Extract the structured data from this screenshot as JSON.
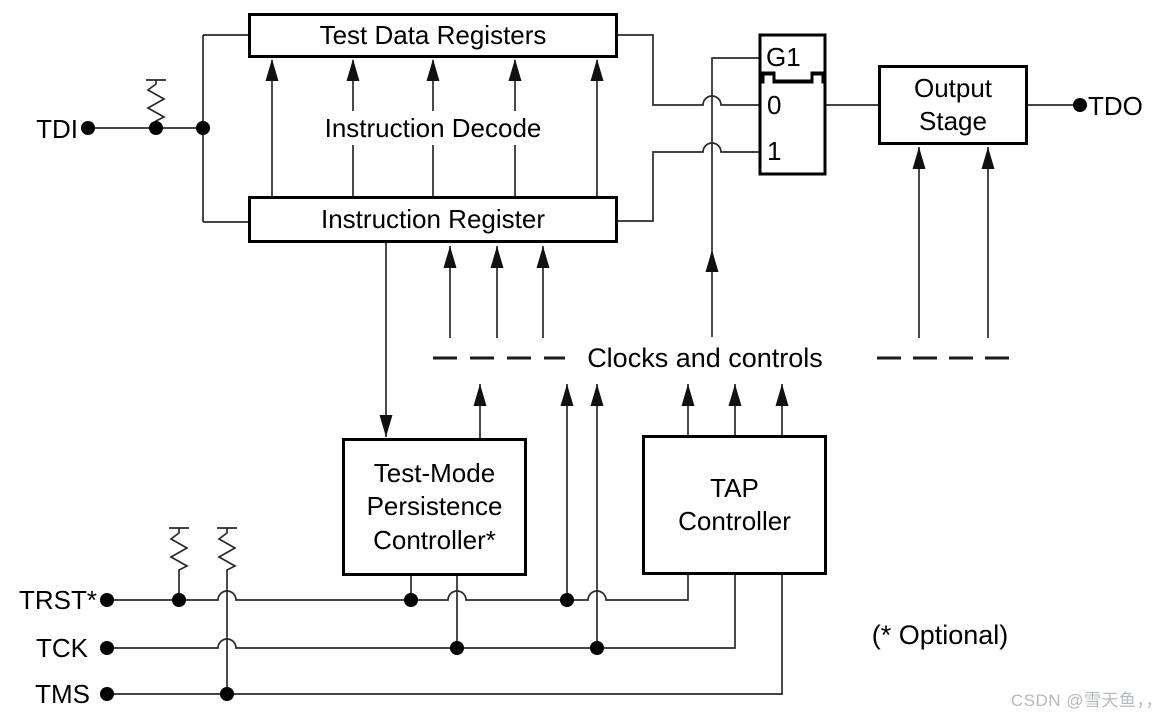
{
  "diagram": {
    "ports": {
      "tdi": "TDI",
      "tdo": "TDO",
      "trst": "TRST*",
      "tck": "TCK",
      "tms": "TMS"
    },
    "blocks": {
      "test_data_registers": "Test Data Registers",
      "instruction_decode": "Instruction Decode",
      "instruction_register": "Instruction Register",
      "output_stage": "Output\nStage",
      "test_mode_persistence_controller": "Test-Mode\nPersistence\nController*",
      "tap_controller": "TAP\nController"
    },
    "mux": {
      "control": "G1",
      "input_0": "0",
      "input_1": "1"
    },
    "bus_label": "Clocks and controls",
    "note": "(* Optional)",
    "watermark": "CSDN @雪天鱼，，"
  },
  "colors": {
    "wire": "#2a2a2a",
    "block_border": "#000000",
    "watermark_text": "#b4b9c0",
    "background": "#ffffff"
  }
}
